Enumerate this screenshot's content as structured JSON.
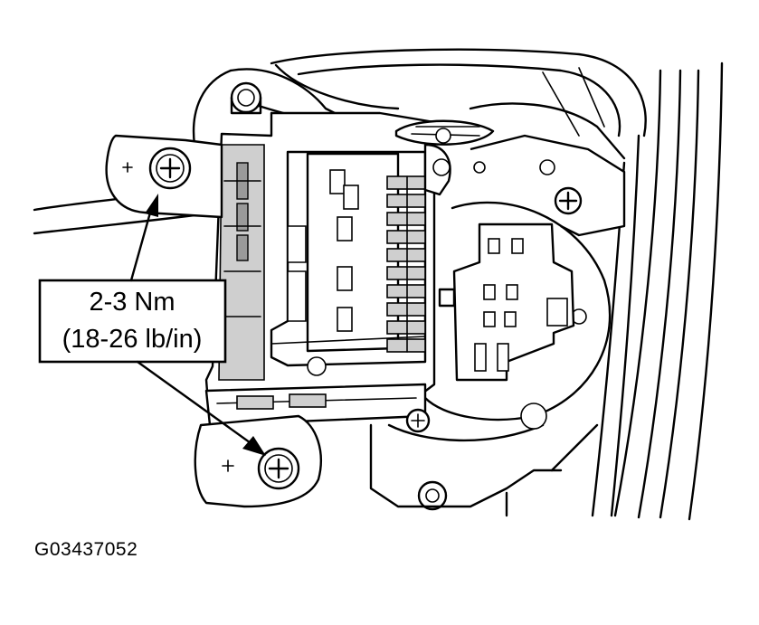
{
  "callout": {
    "line1": "2-3 Nm",
    "line2": "(18-26 lb/in)"
  },
  "figure_id": "G03437052"
}
